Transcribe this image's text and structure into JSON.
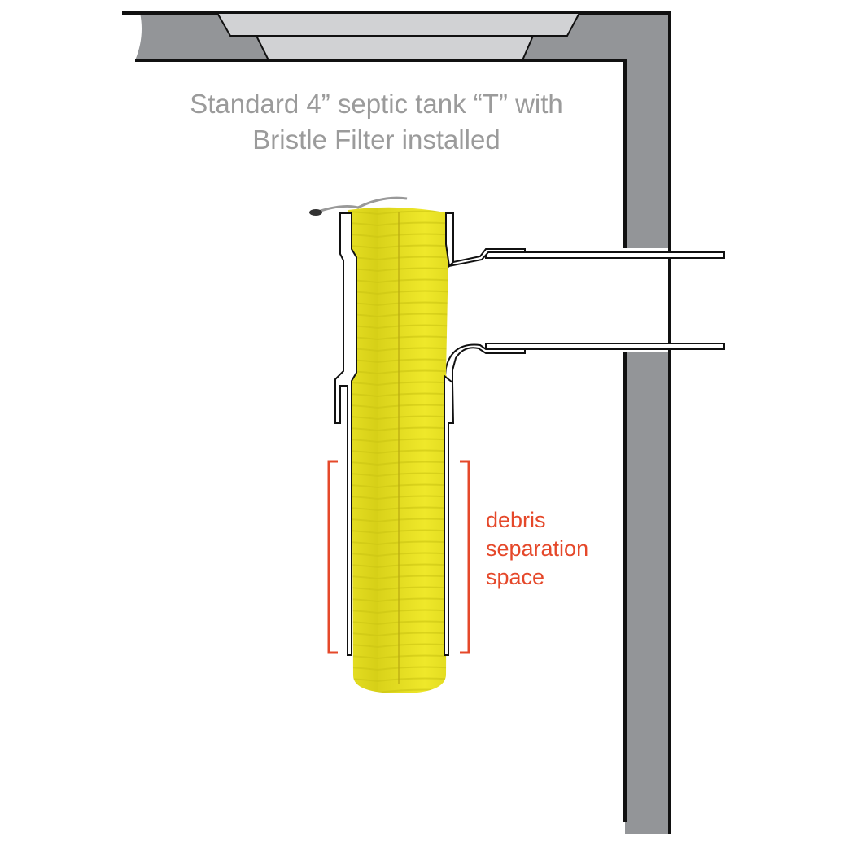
{
  "title": {
    "line1": "Standard 4” septic tank “T” with",
    "line2": "Bristle Filter installed"
  },
  "annotation": {
    "lines": [
      "debris",
      "separation",
      "space"
    ]
  },
  "colors": {
    "wall": "#939598",
    "lid": "#d1d2d4",
    "filter": "#e6e01e",
    "annotation": "#e5482a",
    "title": "#9b9b9b"
  }
}
